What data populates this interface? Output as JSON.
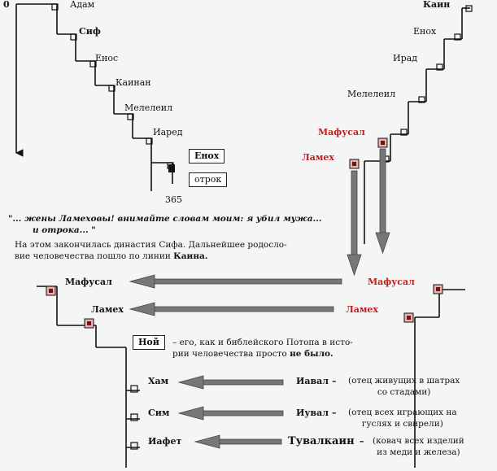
{
  "colors": {
    "line": "#111111",
    "accent_red": "#c1201f",
    "arrow_gray": "#777777",
    "marker_pink": "#e8b4b0"
  },
  "sif_line": {
    "zero_label": "0",
    "adam": "Адам",
    "sif": "Сиф",
    "enos": "Енос",
    "kainan": "Каинан",
    "meleleil": "Мелелеил",
    "iared": "Иаред",
    "enoch_box": "Енох",
    "otrok_box": "отрок",
    "years": "365"
  },
  "cain_line": {
    "cain": "Каин",
    "enoch": "Енох",
    "irad": "Ирад",
    "meleleil": "Мелелеил",
    "mafusal": "Мафусал",
    "lamech": "Ламех"
  },
  "quote": {
    "line1": "\"... жены Ламеховы! внимайте словам моим: я убил мужа...",
    "line2": "и отрока... \""
  },
  "paragraph": {
    "line1": "На этом закончилась династия Сифа.  Дальнейшее родосло-",
    "line2_prefix": "вие человечества  пошло по линии ",
    "line2_bold": "Каина."
  },
  "lower": {
    "mafusal_left": "Мафусал",
    "lamech_left": "Ламех",
    "mafusal_right": "Мафусал",
    "lamech_right": "Ламех",
    "noah_box": "Ной",
    "noah_text1": "– его, как и библейского Потопа в  исто-",
    "noah_text2_prefix": "рии человечества  просто ",
    "noah_text2_bold": "не было.",
    "ham": "Хам",
    "sim": "Сим",
    "iafet": "Иафет",
    "iaval": "Иавал",
    "iaval_dash": "–",
    "iaval_note1": "(отец  живущих в шатрах",
    "iaval_note2": "со стадами)",
    "iuval": "Иувал",
    "iuval_dash": "–",
    "iuval_note1": "(отец всех играющих на",
    "iuval_note2": "гуслях и свирели)",
    "tuvalkain": "Тувалкаин",
    "tuvalkain_dash": "–",
    "tuvalkain_note1": "(ковач всех изделий",
    "tuvalkain_note2": "из меди и железа)"
  }
}
